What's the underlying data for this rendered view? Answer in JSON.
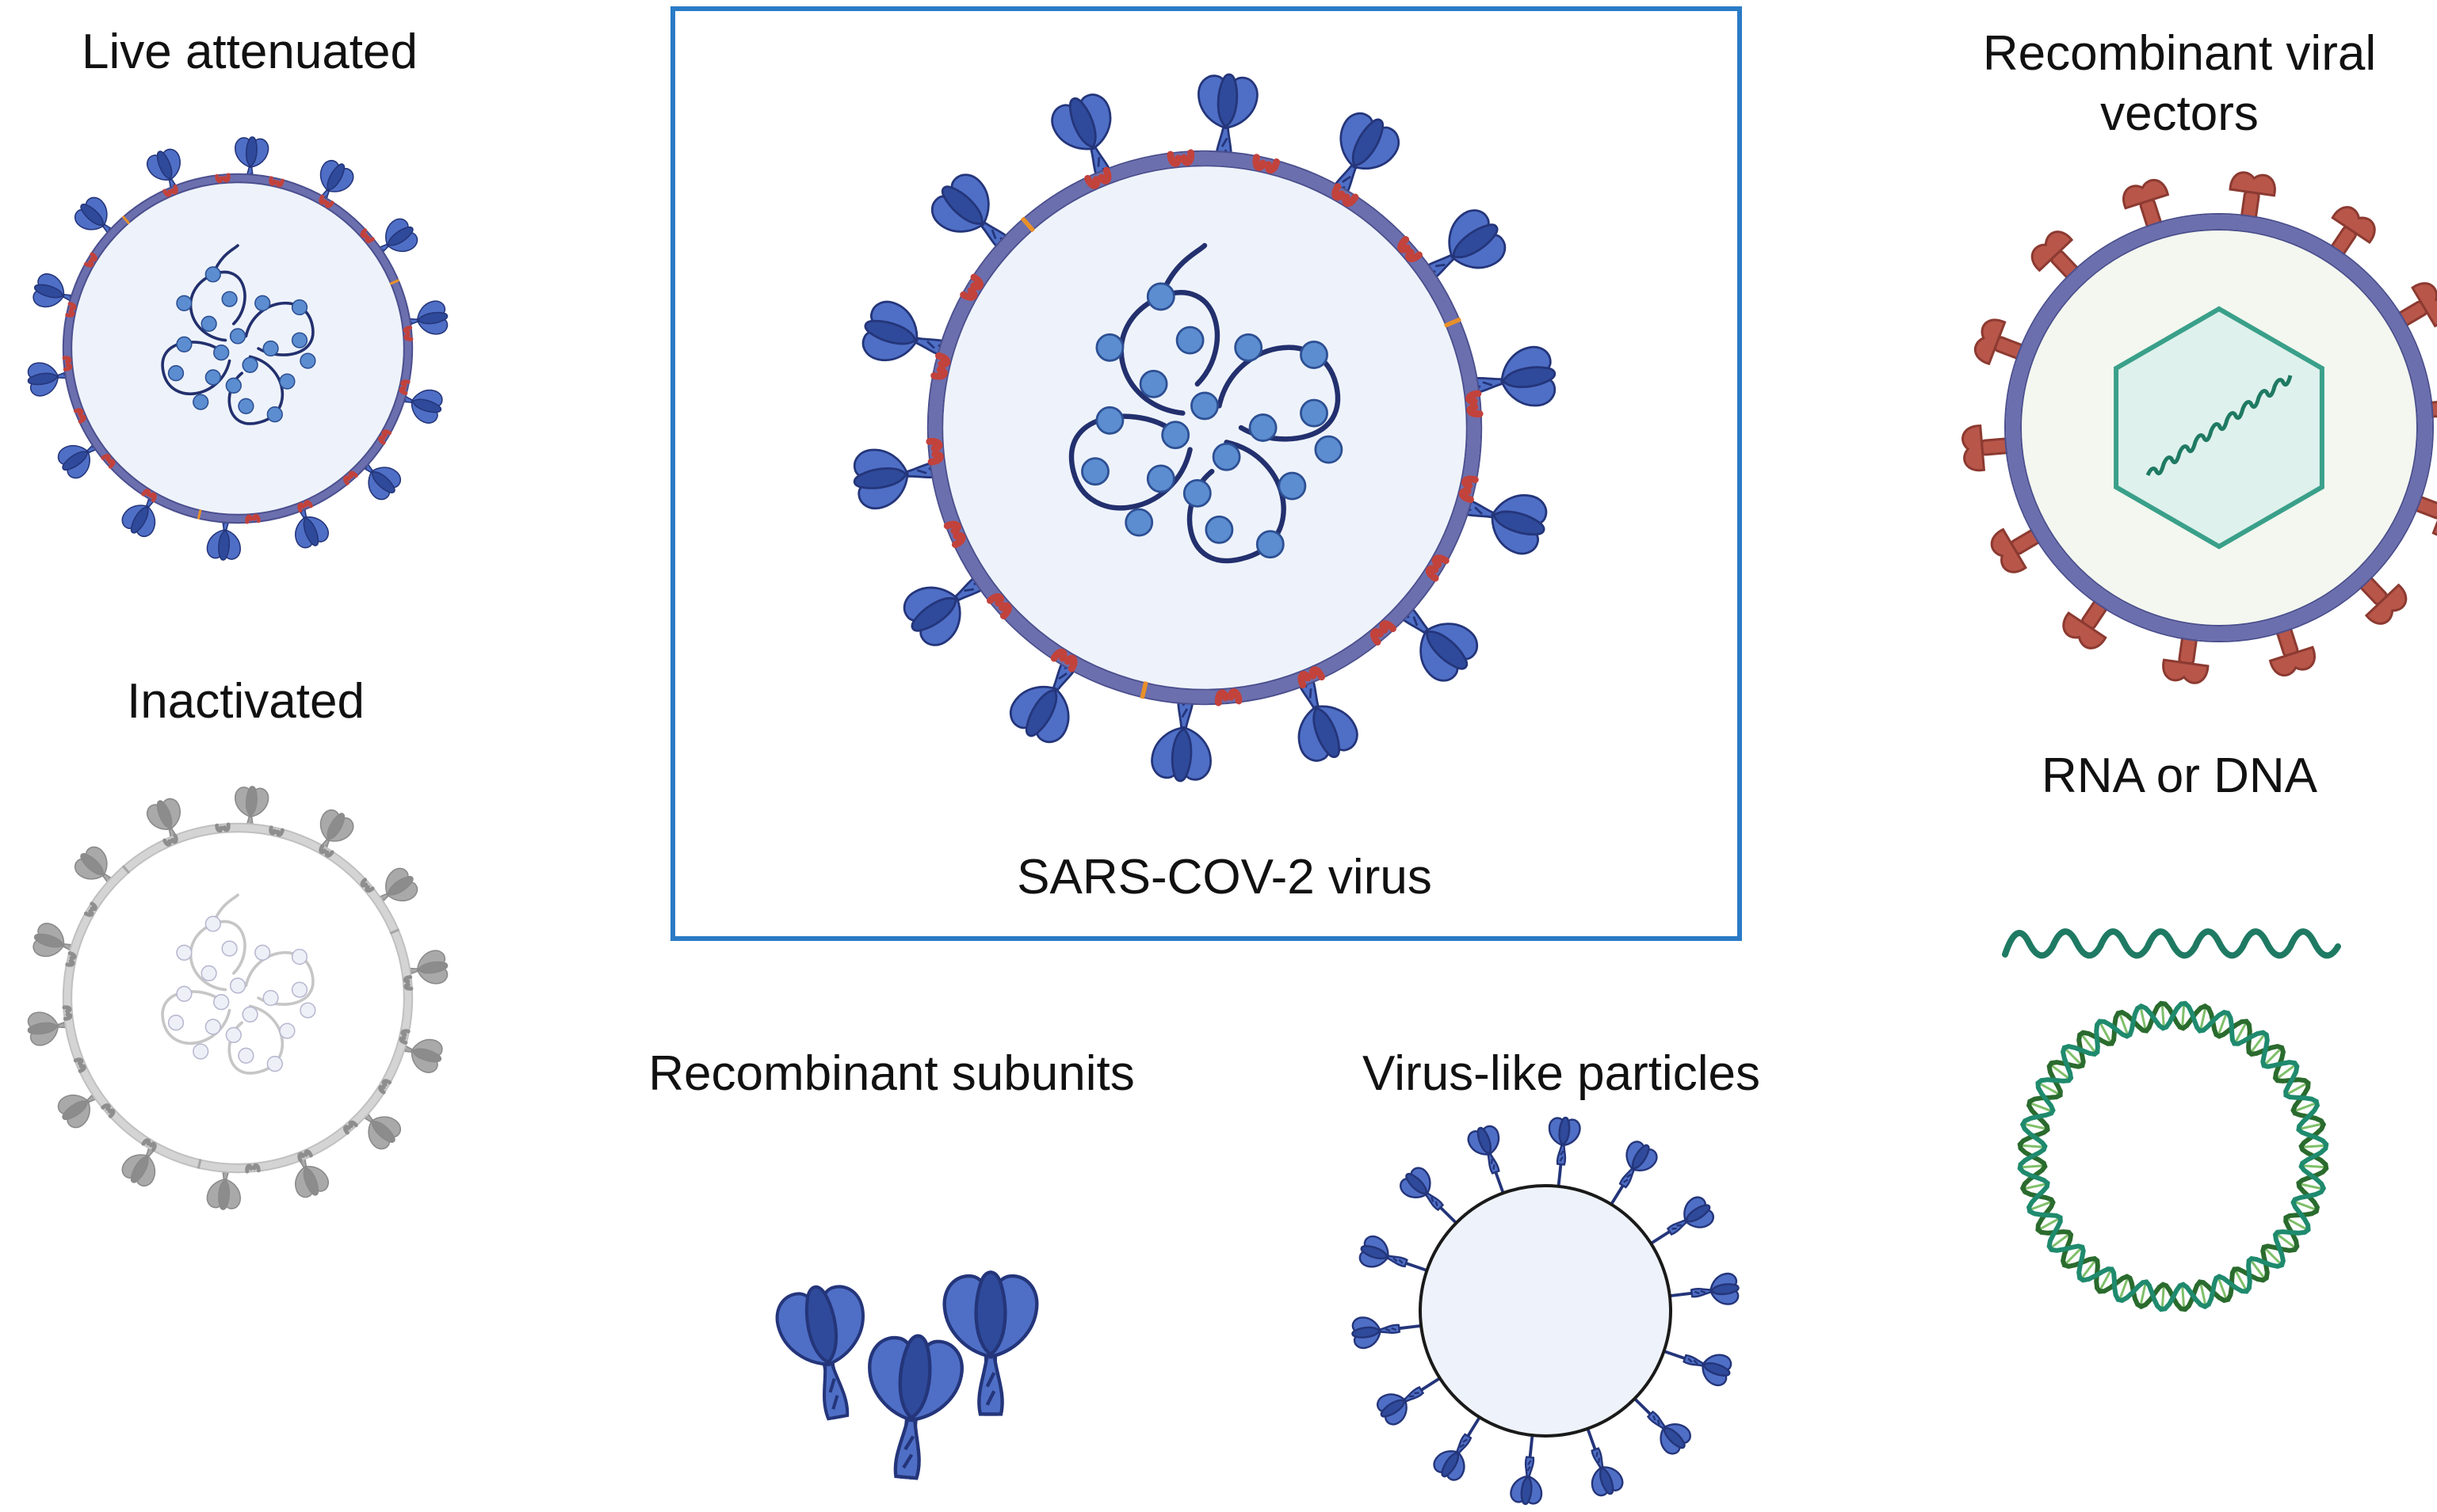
{
  "labels": {
    "live_attenuated": "Live attenuated",
    "recombinant_viral_vectors": [
      "Recombinant viral",
      "vectors"
    ],
    "inactivated": "Inactivated",
    "sars_cov_2": "SARS-COV-2 virus",
    "rna_or_dna": "RNA or DNA",
    "recombinant_subunits": "Recombinant subunits",
    "virus_like_particles": "Virus-like particles"
  },
  "colors": {
    "spike": "#4f6fc6",
    "spike_dark": "#2f4a9a",
    "spike_stroke": "#24357a",
    "envelope": "#6b6fae",
    "envelope_fill": "#eef3fb",
    "genome": "#23306e",
    "nucleocapsid": "#5b8dd0",
    "membrane_protein": "#c2423c",
    "envelope_protein": "#e8902a",
    "vector_spike": "#b8564a",
    "vector_fill": "#f3f7ef",
    "capsid": "#3aa08a",
    "capsid_fill": "#dff1ec",
    "nucleic_acid": "#1f7a63",
    "dna_strand": "#2a6b2e",
    "frame_border": "#2a7bc6",
    "inactive_gray": "#9a9a9a"
  }
}
